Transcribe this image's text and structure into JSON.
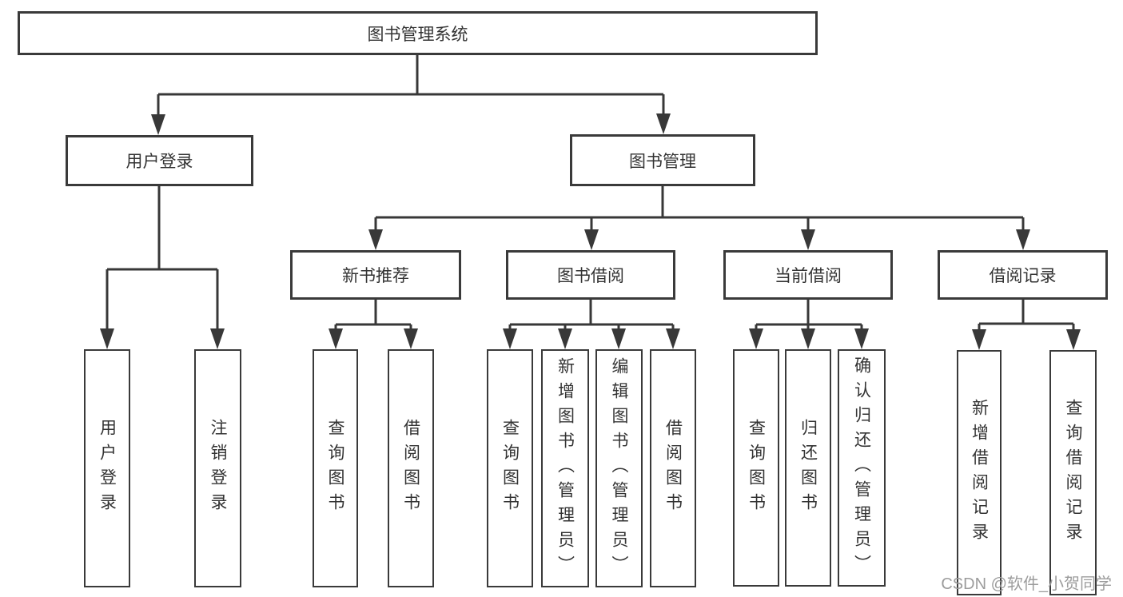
{
  "diagram_title": "图书管理系统",
  "nodes": {
    "root": "图书管理系统",
    "user_login": "用户登录",
    "book_mgmt": "图书管理",
    "new_book_rec": "新书推荐",
    "book_borrow": "图书借阅",
    "current_borrow": "当前借阅",
    "borrow_records": "借阅记录",
    "ul_user_login": "用户登录",
    "ul_logout": "注销登录",
    "nb_query_book": "查询图书",
    "nb_borrow_book": "借阅图书",
    "bb_query_book": "查询图书",
    "bb_add_book": "新增图书（管理员）",
    "bb_edit_book": "编辑图书（管理员）",
    "bb_borrow_book": "借阅图书",
    "cb_query_book": "查询图书",
    "cb_return_book": "归还图书",
    "cb_confirm_return": "确认归还（管理员）",
    "br_add_record": "新增借阅记录",
    "br_query_record": "查询借阅记录"
  },
  "hierarchy": {
    "图书管理系统": {
      "用户登录": [
        "用户登录",
        "注销登录"
      ],
      "图书管理": {
        "新书推荐": [
          "查询图书",
          "借阅图书"
        ],
        "图书借阅": [
          "查询图书",
          "新增图书（管理员）",
          "编辑图书（管理员）",
          "借阅图书"
        ],
        "当前借阅": [
          "查询图书",
          "归还图书",
          "确认归还（管理员）"
        ],
        "借阅记录": [
          "新增借阅记录",
          "查询借阅记录"
        ]
      }
    }
  },
  "watermark": {
    "text": "CSDN @软件_小贺同学"
  },
  "colors": {
    "line": "#383838",
    "border": "#3a3a3a",
    "text": "#333333",
    "watermark": "#9c9c9c",
    "background": "#ffffff"
  }
}
